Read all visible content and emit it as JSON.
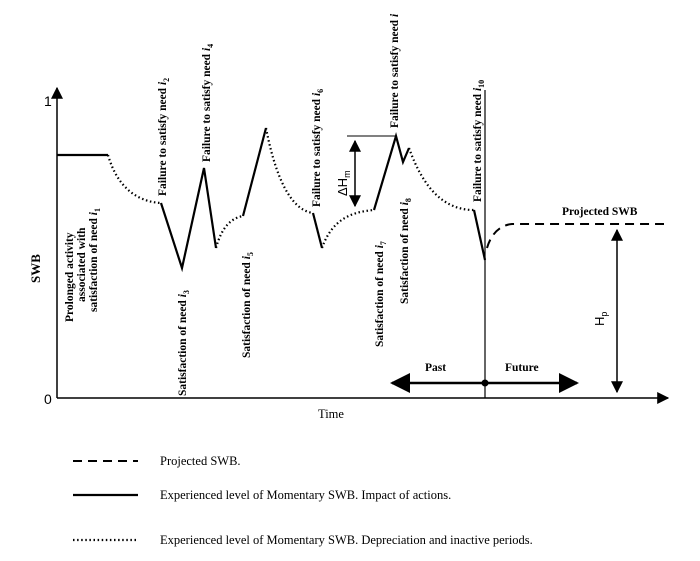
{
  "axes": {
    "y_label": "SWB",
    "x_label": "Time",
    "y_top_tick": "1",
    "y_bottom_tick": "0"
  },
  "annotations": {
    "prolonged_line1": "Prolonged activity",
    "prolonged_line2": "associated with",
    "prolonged_line3": "satisfaction of need ",
    "prolonged_sub": "1",
    "fail_i2": "Failure to satisfy need ",
    "fail_i2_sub": "2",
    "sat_i3": "Satisfaction of need ",
    "sat_i3_sub": "3",
    "fail_i4": "Failure to satisfy need ",
    "fail_i4_sub": "4",
    "sat_i5": "Satisfaction of need ",
    "sat_i5_sub": "5",
    "fail_i6": "Failure to satisfy need ",
    "fail_i6_sub": "6",
    "sat_i7": "Satisfaction of need ",
    "sat_i7_sub": "7",
    "fail_i": "Failure to satisfy need ",
    "sat_i8": "Satisfaction of need ",
    "sat_i8_sub": "8",
    "fail_i10": "Failure to satisfy need ",
    "fail_i10_sub": "10",
    "need_var": "i",
    "delta_hm": "ΔH",
    "delta_hm_sub": "m",
    "hp": "H",
    "hp_sub": "p",
    "past": "Past",
    "future": "Future",
    "projected_swb": "Projected SWB"
  },
  "legend": {
    "projected": "Projected SWB.",
    "experienced_actions": "Experienced level of Momentary SWB. Impact of actions.",
    "experienced_depreciation": "Experienced level of Momentary SWB. Depreciation and inactive periods."
  }
}
